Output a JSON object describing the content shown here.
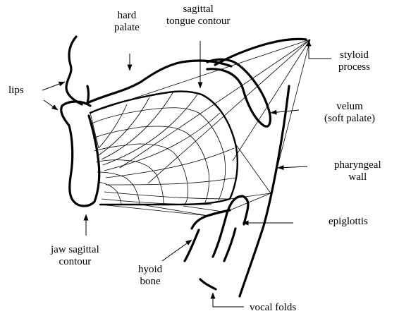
{
  "labels": {
    "hard_palate": [
      "hard",
      "palate"
    ],
    "sagittal_tongue_contour": [
      "sagittal",
      "tongue contour"
    ],
    "lips": "lips",
    "styloid_process": [
      "styloid",
      "process"
    ],
    "velum": [
      "velum",
      "(soft palate)"
    ],
    "pharyngeal_wall": [
      "pharyngeal",
      "wall"
    ],
    "epiglottis": "epiglottis",
    "jaw_sagittal_contour": [
      "jaw sagittal",
      "contour"
    ],
    "hyoid_bone": [
      "hyoid",
      "bone"
    ],
    "vocal_folds": "vocal folds"
  }
}
